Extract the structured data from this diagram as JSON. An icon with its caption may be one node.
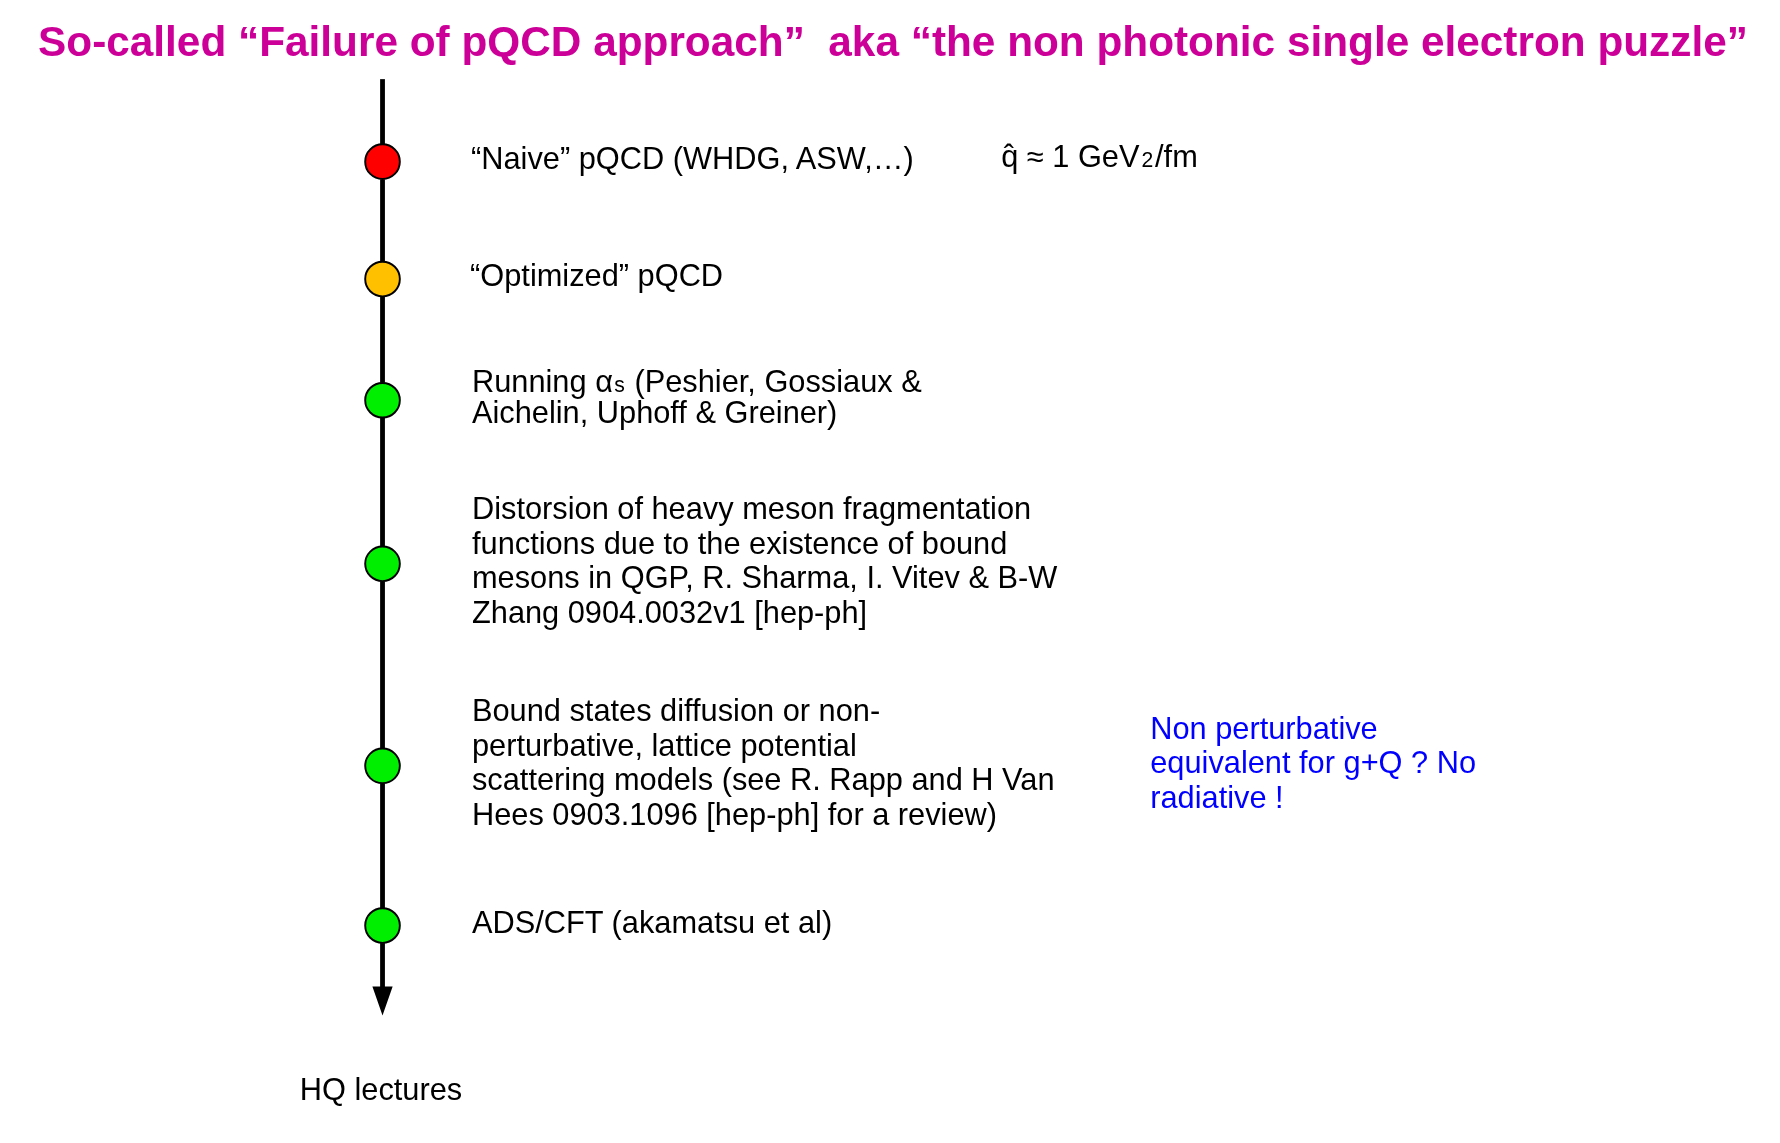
{
  "diagram": {
    "title": "So-called “Failure of pQCD approach”  aka “the non photonic single electron puzzle”",
    "nodes": [
      {
        "text": [],
        "shape": "circle",
        "beside": [
          "“Naive” pQCD (WHDG, ASW,…)",
          "q̂ ≈ 1 GeV$^{2}$/fm"
        ]
      },
      {
        "text": [],
        "shape": "circle",
        "beside": [
          "“Optimized” pQCD"
        ]
      },
      {
        "text": [],
        "shape": "circle",
        "beside": [
          "Running α$_{s}$ (Peshier, Gossiaux & Aichelin, Uphoff & Greiner)"
        ]
      },
      {
        "text": [],
        "shape": "circle",
        "beside": [
          "Distorsion of heavy meson fragmentation functions due to the existence of bound mesons in QGP, R. Sharma, I. Vitev & B-W Zhang 0904.0032v1 [hep-ph]"
        ]
      },
      {
        "text": [],
        "shape": "circle",
        "beside": [
          "Bound states diffusion or non-perturbative, lattice potential scattering models (see R. Rapp and H Van Hees 0903.1096 [hep-ph] for a review)"
        ]
      },
      {
        "text": [],
        "shape": "circle",
        "beside": [
          "ADS/CFT (akamatsu et al)"
        ]
      }
    ],
    "edges": [
      {
        "from": null,
        "to": 0,
        "arrow": "none"
      },
      {
        "from": 0,
        "to": 1,
        "arrow": "none"
      },
      {
        "from": 1,
        "to": 2,
        "arrow": "none"
      },
      {
        "from": 2,
        "to": 3,
        "arrow": "none"
      },
      {
        "from": 3,
        "to": 4,
        "arrow": "none"
      },
      {
        "from": 4,
        "to": 5,
        "arrow": "none"
      },
      {
        "from": 5,
        "to": null,
        "arrow": "to"
      }
    ],
    "labels": [
      "Non perturbative equivalent for g+Q ? No radiative !",
      "HQ lectures"
    ]
  }
}
